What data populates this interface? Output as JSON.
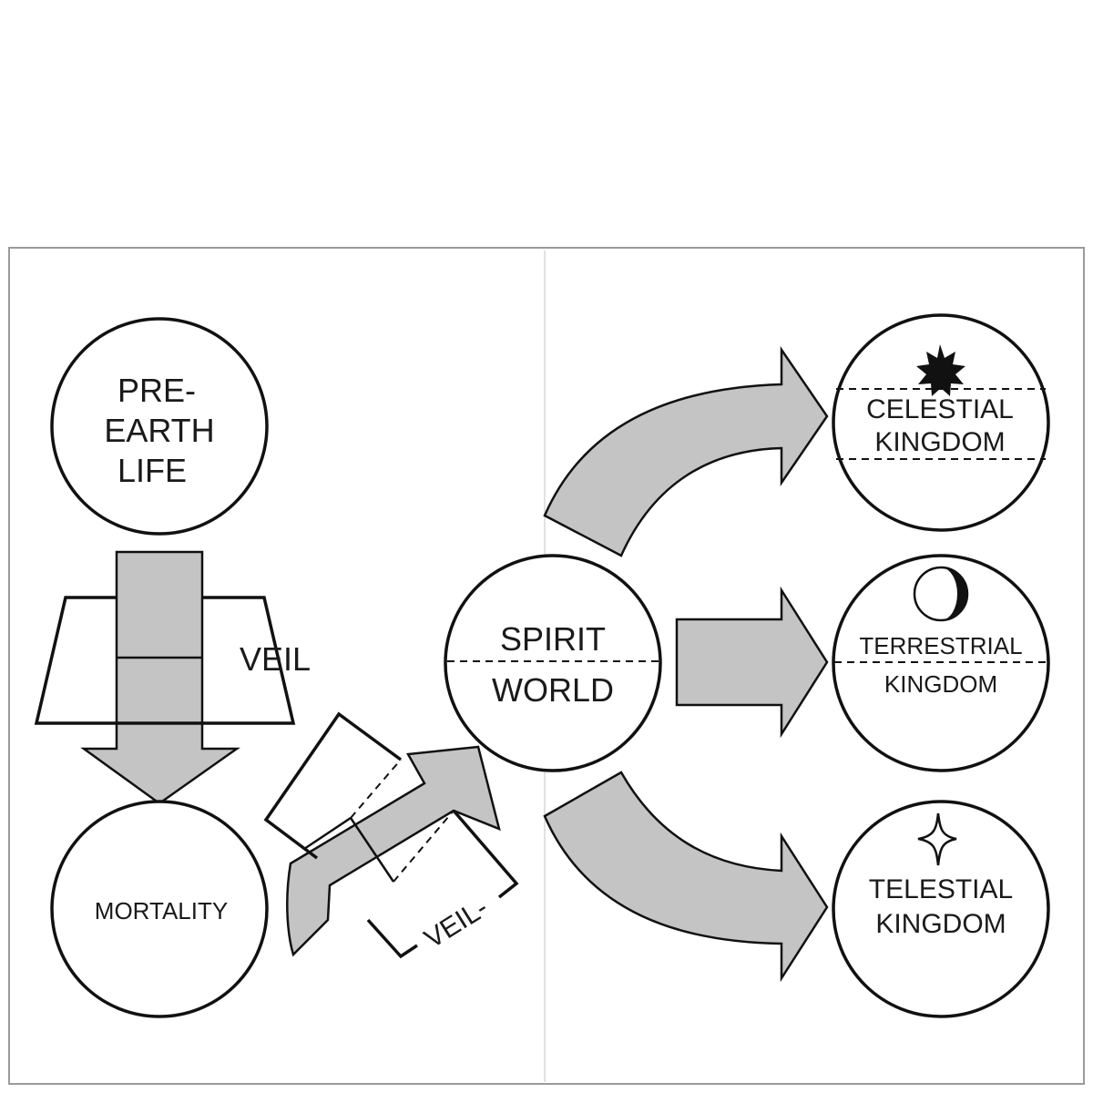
{
  "nodes": {
    "pre_earth_life": {
      "lines": [
        "PRE-",
        "EARTH",
        "LIFE"
      ]
    },
    "mortality": {
      "label": "MORTALITY"
    },
    "spirit_world": {
      "line1": "SPIRIT",
      "line2": "WORLD"
    },
    "celestial": {
      "line1": "CELESTIAL",
      "line2": "KINGDOM",
      "icon": "sun-icon"
    },
    "terrestrial": {
      "line1": "TERRESTRIAL",
      "line2": "KINGDOM",
      "icon": "moon-icon"
    },
    "telestial": {
      "line1": "TELESTIAL",
      "line2": "KINGDOM",
      "icon": "star-icon"
    }
  },
  "veils": {
    "veil_top": "VEIL",
    "veil_bottom": "VEIL-"
  },
  "colors": {
    "arrow_fill": "#c4c4c4",
    "stroke": "#111111",
    "background": "#ffffff"
  }
}
